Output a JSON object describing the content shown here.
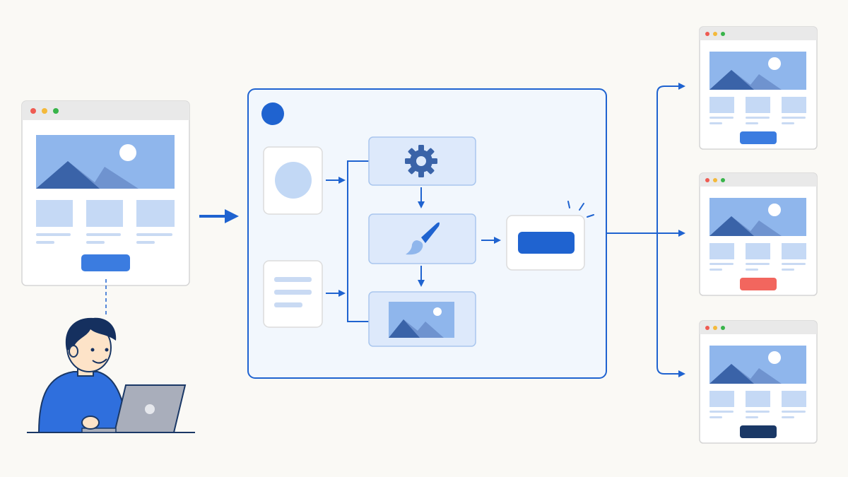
{
  "colors": {
    "background": "#faf9f5",
    "accent": "#1f63d0",
    "panel_fill": "#f2f7fd",
    "node_fill": "#dde9fb",
    "node_border": "#a9c6ee",
    "image_fill": "#8fb6ec",
    "mountain_dark": "#3a63a8",
    "mountain_light": "#6f93cf",
    "chrome_bar": "#e9e9e9",
    "placeholder_block": "#c5d9f5",
    "placeholder_line": "#c9daf3",
    "cta_blue": "#3b7ce0",
    "cta_red": "#f2665e",
    "cta_navy": "#1a3866",
    "dot_red": "#ef5b52",
    "dot_yellow": "#f4b93a",
    "dot_green": "#38b44a",
    "person_shirt": "#2f6fdd",
    "person_hair": "#15305f",
    "person_skin": "#fde3c8",
    "laptop": "#a9aebb"
  },
  "source_page": {
    "chrome_dots": [
      "red",
      "yellow",
      "green"
    ],
    "hero_icon": "landscape-image-icon",
    "card_count": 3,
    "cta": "blue"
  },
  "user": {
    "figure": "person-at-laptop",
    "icon": "laptop-icon"
  },
  "editor": {
    "status_icon": "blue-dot-icon",
    "inputs": [
      "image-input-icon",
      "text-input-icon"
    ],
    "steps": [
      "gear-icon",
      "paintbrush-icon",
      "image-icon"
    ],
    "output": "button-output"
  },
  "variants": [
    {
      "cta": "blue"
    },
    {
      "cta": "red"
    },
    {
      "cta": "navy"
    }
  ]
}
